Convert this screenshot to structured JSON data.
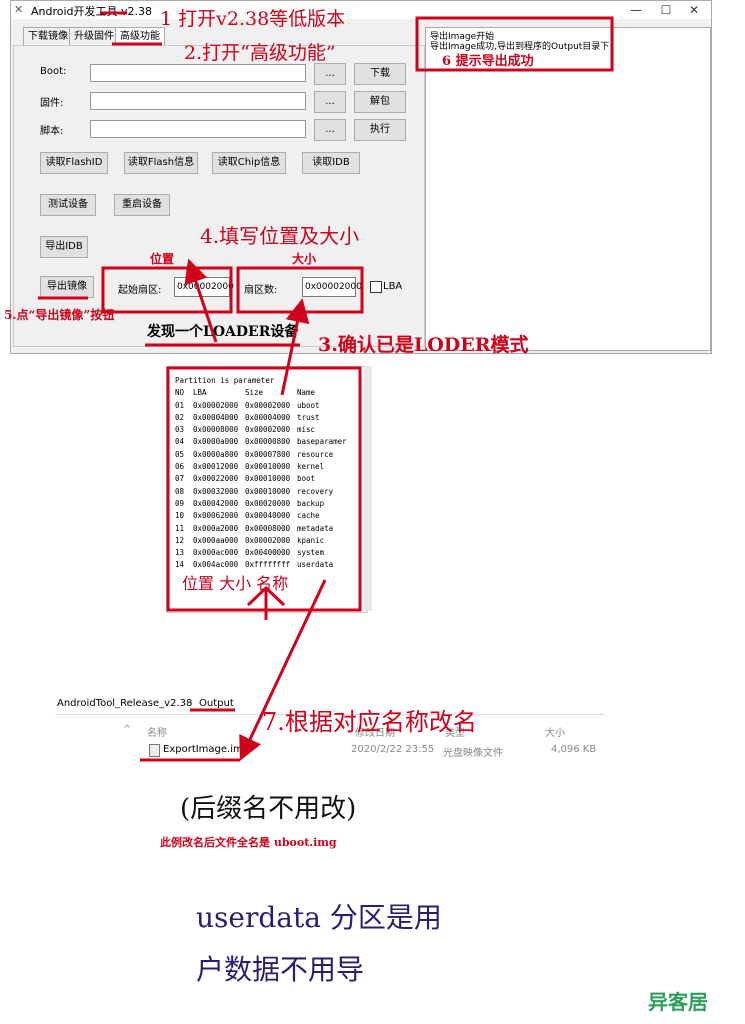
{
  "window": {
    "title": "Android开发工具 v2.38",
    "tabs": [
      "下载镜像",
      "升级固件",
      "高级功能"
    ],
    "rows": [
      {
        "label": "Boot:",
        "dots": "...",
        "action": "下载"
      },
      {
        "label": "固件:",
        "dots": "...",
        "action": "解包"
      },
      {
        "label": "脚本:",
        "dots": "...",
        "action": "执行"
      }
    ],
    "buttons_row1": [
      "读取FlashID",
      "读取Flash信息",
      "读取Chip信息",
      "读取IDB"
    ],
    "buttons_row2": [
      "测试设备",
      "重启设备"
    ],
    "export_idb": "导出IDB",
    "export_image": "导出镜像",
    "start_sector_label": "起始扇区:",
    "start_sector_value": "0x00002000",
    "sector_count_label": "扇区数:",
    "sector_count_value": "0x00002000",
    "lba_label": "LBA",
    "status": "发现一个LOADER设备",
    "log": [
      "导出Image开始",
      "导出Image成功,导出到程序的Output目录下"
    ]
  },
  "annotations": {
    "a1": "1 打开v2.38等低版本",
    "a2": "2.打开“高级功能”",
    "a3": "3.确认已是LODER模式",
    "a4": "4.填写位置及大小",
    "a5": "5.点“导出镜像”按钮",
    "a6": "6 提示导出成功",
    "a7": "7.根据对应名称改名",
    "pos": "位置",
    "size": "大小",
    "table_footer": "位置 大小 名称"
  },
  "partition": {
    "header": "Partition is parameter",
    "columns": [
      "NO",
      "LBA",
      "Size",
      "Name"
    ],
    "rows": [
      [
        "01",
        "0x00002000",
        "0x00002000",
        "uboot"
      ],
      [
        "02",
        "0x00004000",
        "0x00004000",
        "trust"
      ],
      [
        "03",
        "0x00008000",
        "0x00002000",
        "misc"
      ],
      [
        "04",
        "0x0000a000",
        "0x00000800",
        "baseparamer"
      ],
      [
        "05",
        "0x0000a800",
        "0x00007800",
        "resource"
      ],
      [
        "06",
        "0x00012000",
        "0x00010000",
        "kernel"
      ],
      [
        "07",
        "0x00022000",
        "0x00010000",
        "boot"
      ],
      [
        "08",
        "0x00032000",
        "0x00010000",
        "recovery"
      ],
      [
        "09",
        "0x00042000",
        "0x00020000",
        "backup"
      ],
      [
        "10",
        "0x00062000",
        "0x00040000",
        "cache"
      ],
      [
        "11",
        "0x000a2000",
        "0x00008000",
        "metadata"
      ],
      [
        "12",
        "0x000aa000",
        "0x00002000",
        "kpanic"
      ],
      [
        "13",
        "0x000ac000",
        "0x00400000",
        "system"
      ],
      [
        "14",
        "0x004ac000",
        "0xffffffff",
        "userdata"
      ]
    ]
  },
  "explorer": {
    "breadcrumb1": "AndroidTool_Release_v2.38",
    "breadcrumb2": "Output",
    "col_name": "名称",
    "col_date": "修改日期",
    "col_type": "类型",
    "col_size": "大小",
    "file_name": "ExportImage.img",
    "file_date": "2020/2/22 23:55",
    "file_type": "光盘映像文件",
    "file_size": "4,096 KB"
  },
  "notes": {
    "suffix": "(后缀名不用改)",
    "example": "此例改名后文件全名是 uboot.img",
    "userdata1": "userdata 分区是用",
    "userdata2": "户数据不用导"
  },
  "watermark": "异客居",
  "colors": {
    "annotation_red": "#d0021b",
    "watermark_green": "#2e9e5b"
  }
}
